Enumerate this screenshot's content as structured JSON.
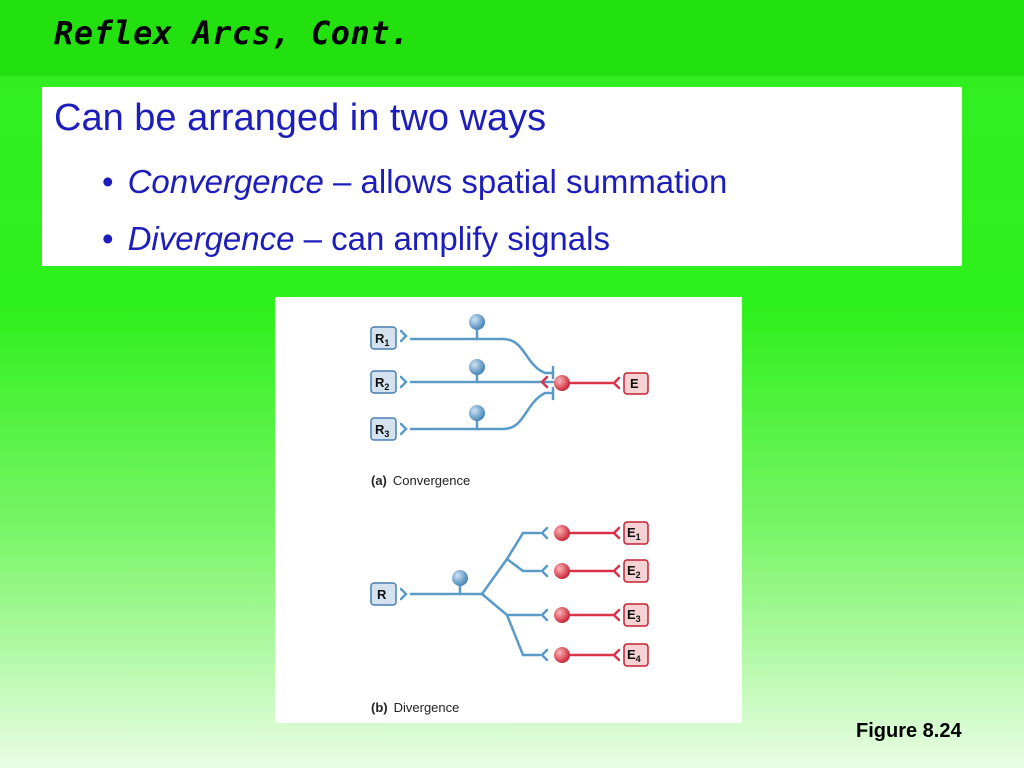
{
  "slide": {
    "title": "Reflex Arcs, Cont.",
    "heading": "Can be arranged in two ways",
    "bullets": [
      {
        "term": "Convergence",
        "rest": " – allows spatial summation"
      },
      {
        "term": "Divergence",
        "rest": " – can amplify signals"
      }
    ],
    "figure_caption": "Figure 8.24"
  },
  "diagram": {
    "convergence": {
      "receptors": [
        {
          "base": "R",
          "sub": "1"
        },
        {
          "base": "R",
          "sub": "2"
        },
        {
          "base": "R",
          "sub": "3"
        }
      ],
      "effector": {
        "base": "E",
        "sub": ""
      },
      "panel_letter": "(a)",
      "panel_label": "Convergence"
    },
    "divergence": {
      "receptor": {
        "base": "R",
        "sub": ""
      },
      "effectors": [
        {
          "base": "E",
          "sub": "1"
        },
        {
          "base": "E",
          "sub": "2"
        },
        {
          "base": "E",
          "sub": "3"
        },
        {
          "base": "E",
          "sub": "4"
        }
      ],
      "panel_letter": "(b)",
      "panel_label": "Divergence"
    },
    "colors": {
      "sensory_neuron": "#5a9ac8",
      "motor_neuron": "#d9334a",
      "receptor_fill": "#d4e1ef",
      "effector_fill": "#f7d2d4"
    }
  }
}
